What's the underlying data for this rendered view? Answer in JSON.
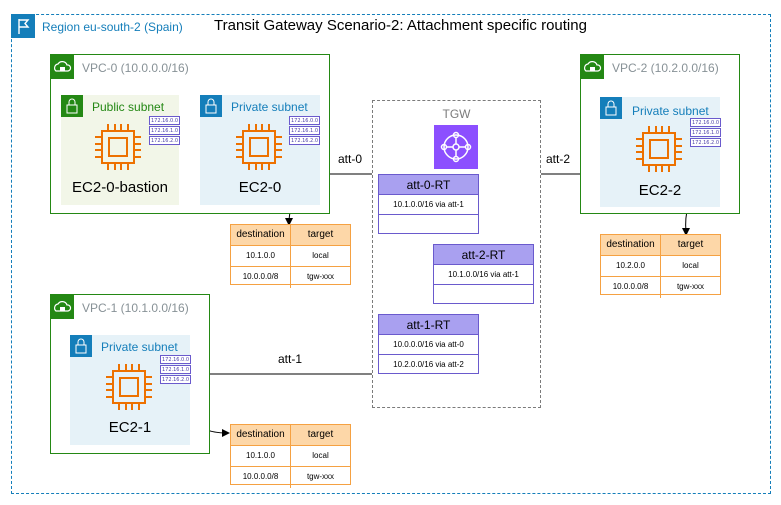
{
  "title": "Transit Gateway Scenario-2: Attachment specific routing",
  "region": {
    "label": "Region eu-south-2 (Spain)",
    "icon": "flag-icon"
  },
  "vpcs": [
    {
      "label": "VPC-0 (10.0.0.0/16)",
      "icon": "vpc-cloud-lock-icon",
      "subnets": [
        {
          "label": "Public subnet",
          "type": "public",
          "instance": "EC2-0-bastion"
        },
        {
          "label": "Private subnet",
          "type": "private",
          "instance": "EC2-0"
        }
      ]
    },
    {
      "label": "VPC-1 (10.1.0.0/16)",
      "icon": "vpc-cloud-lock-icon",
      "subnets": [
        {
          "label": "Private subnet",
          "type": "private",
          "instance": "EC2-1"
        }
      ]
    },
    {
      "label": "VPC-2 (10.2.0.0/16)",
      "icon": "vpc-cloud-lock-icon",
      "subnets": [
        {
          "label": "Private subnet",
          "type": "private",
          "instance": "EC2-2"
        }
      ]
    }
  ],
  "eni_ips": [
    "172.16.0.0",
    "172.16.1.0",
    "172.16.2.0"
  ],
  "tgw": {
    "label": "TGW",
    "route_tables": [
      {
        "name": "att-0-RT",
        "rows": [
          "10.1.0.0/16 via att-1",
          ""
        ]
      },
      {
        "name": "att-2-RT",
        "rows": [
          "10.1.0.0/16 via att-1",
          ""
        ]
      },
      {
        "name": "att-1-RT",
        "rows": [
          "10.0.0.0/16 via att-0",
          "10.2.0.0/16 via att-2"
        ]
      }
    ]
  },
  "attachments": [
    "att-0",
    "att-1",
    "att-2"
  ],
  "subnet_route_tables": [
    {
      "header": [
        "destination",
        "target"
      ],
      "rows": [
        [
          "10.1.0.0",
          "local"
        ],
        [
          "10.0.0.0/8",
          "tgw-xxx"
        ]
      ]
    },
    {
      "header": [
        "destination",
        "target"
      ],
      "rows": [
        [
          "10.1.0.0",
          "local"
        ],
        [
          "10.0.0.0/8",
          "tgw-xxx"
        ]
      ]
    },
    {
      "header": [
        "destination",
        "target"
      ],
      "rows": [
        [
          "10.2.0.0",
          "local"
        ],
        [
          "10.0.0.0/8",
          "tgw-xxx"
        ]
      ]
    }
  ],
  "colors": {
    "region": "#147eba",
    "vpc": "#248814",
    "ec2": "#ed7100",
    "tgw": "#8c4fff",
    "route_table_header": "#a9a0f0",
    "subnet_table_header": "#fdd7a8"
  }
}
